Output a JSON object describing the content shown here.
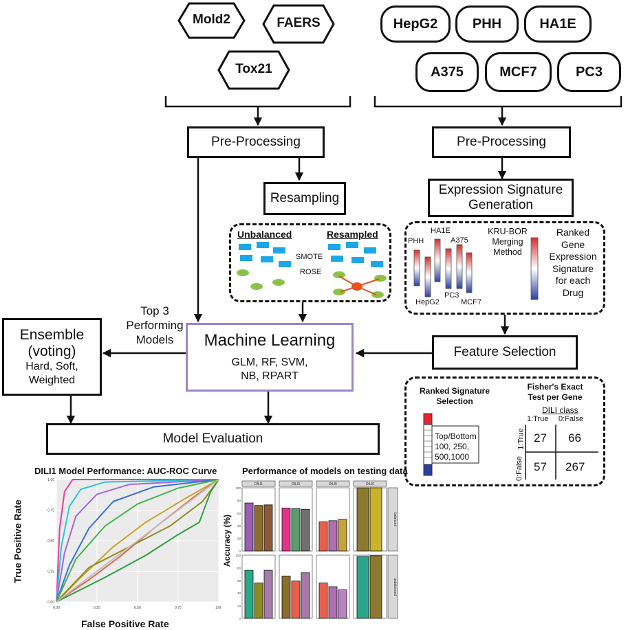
{
  "sources_left": [
    "Mold2",
    "FAERS",
    "Tox21"
  ],
  "sources_right": [
    "HepG2",
    "PHH",
    "HA1E",
    "A375",
    "MCF7",
    "PC3"
  ],
  "left_preprocessing": "Pre-Processing",
  "right_preprocessing": "Pre-Processing",
  "resampling": {
    "title": "Resampling",
    "unbalanced": "Unbalanced",
    "resampled": "Resampled",
    "method_top": "SMOTE",
    "method_bottom": "ROSE"
  },
  "expression": {
    "title_line1": "Expression Signature",
    "title_line2": "Generation",
    "cells": [
      "PHH",
      "HA1E",
      "A375",
      "HepG2",
      "PC3",
      "MCF7"
    ],
    "merge_lines": [
      "KRU-BOR",
      "Merging",
      "Method"
    ],
    "result_lines": [
      "Ranked",
      "Gene",
      "Expression",
      "Signature",
      "for each",
      "Drug"
    ]
  },
  "ml": {
    "title": "Machine Learning",
    "models_line1": "GLM, RF, SVM,",
    "models_line2": "NB, RPART"
  },
  "top3_lines": [
    "Top 3",
    "Performing",
    "Models"
  ],
  "ensemble": {
    "lines": [
      "Ensemble",
      "(voting)"
    ],
    "sub_lines": [
      "Hard, Soft,",
      "Weighted"
    ]
  },
  "feature_selection": "Feature Selection",
  "fisher": {
    "ranked_title": [
      "Ranked Signature",
      "Selection"
    ],
    "fisher_title": [
      "Fisher's Exact",
      "Test per Gene"
    ],
    "topbottom": [
      "Top/Bottom",
      "100, 250,",
      "500,1000"
    ],
    "dili_class": "DILI class",
    "col_labels": [
      "1:True",
      "0:False"
    ],
    "row_labels": [
      "1:True",
      "0:False"
    ],
    "cells": [
      "27",
      "66",
      "57",
      "267"
    ]
  },
  "model_evaluation": "Model Evaluation",
  "chart_data": [
    {
      "type": "line",
      "title": "DILI1 Model Performance: AUC-ROC Curve",
      "xlabel": "False Positive Rate",
      "ylabel": "True Positive Rate",
      "xlim": [
        0,
        1
      ],
      "ylim": [
        0,
        1
      ],
      "x_ticks": [
        "0.00",
        "0.25",
        "0.50",
        "0.75",
        "1.00"
      ],
      "y_ticks": [
        "0.00",
        "0.25",
        "0.50",
        "0.75",
        "1.00"
      ],
      "grid": true,
      "series": [
        {
          "color": "#e83ca0",
          "points": [
            [
              0,
              0
            ],
            [
              0.02,
              0.6
            ],
            [
              0.05,
              0.9
            ],
            [
              0.1,
              1
            ],
            [
              1,
              1
            ]
          ]
        },
        {
          "color": "#2bc4d8",
          "points": [
            [
              0,
              0
            ],
            [
              0.03,
              0.45
            ],
            [
              0.08,
              0.78
            ],
            [
              0.15,
              0.92
            ],
            [
              0.3,
              0.98
            ],
            [
              1,
              1
            ]
          ]
        },
        {
          "color": "#9c6ad6",
          "points": [
            [
              0,
              0
            ],
            [
              0.05,
              0.4
            ],
            [
              0.12,
              0.7
            ],
            [
              0.25,
              0.88
            ],
            [
              0.45,
              0.96
            ],
            [
              1,
              1
            ]
          ]
        },
        {
          "color": "#3a6fd6",
          "points": [
            [
              0,
              0
            ],
            [
              0.08,
              0.3
            ],
            [
              0.2,
              0.6
            ],
            [
              0.35,
              0.82
            ],
            [
              0.6,
              0.94
            ],
            [
              1,
              1
            ]
          ]
        },
        {
          "color": "#43b54a",
          "points": [
            [
              0,
              0
            ],
            [
              0.12,
              0.35
            ],
            [
              0.3,
              0.62
            ],
            [
              0.5,
              0.8
            ],
            [
              0.75,
              0.93
            ],
            [
              1,
              1
            ]
          ]
        },
        {
          "color": "#c9a227",
          "points": [
            [
              0,
              0
            ],
            [
              0.15,
              0.2
            ],
            [
              0.35,
              0.45
            ],
            [
              0.55,
              0.65
            ],
            [
              0.8,
              0.85
            ],
            [
              1,
              1
            ]
          ]
        },
        {
          "color": "#e8604c",
          "points": [
            [
              0,
              0
            ],
            [
              0.2,
              0.18
            ],
            [
              0.4,
              0.38
            ],
            [
              0.6,
              0.6
            ],
            [
              0.85,
              0.86
            ],
            [
              1,
              1
            ]
          ]
        },
        {
          "color": "#8c8c1e",
          "points": [
            [
              0,
              0
            ],
            [
              0.2,
              0.28
            ],
            [
              0.45,
              0.45
            ],
            [
              0.7,
              0.62
            ],
            [
              0.9,
              0.82
            ],
            [
              1,
              1
            ]
          ]
        },
        {
          "color": "#2e9e3c",
          "points": [
            [
              0,
              0
            ],
            [
              0.3,
              0.2
            ],
            [
              0.55,
              0.38
            ],
            [
              0.75,
              0.55
            ],
            [
              0.88,
              0.65
            ],
            [
              0.95,
              0.9
            ],
            [
              1,
              1
            ]
          ]
        },
        {
          "color": "#bfbfbf",
          "points": [
            [
              0,
              0
            ],
            [
              1,
              1
            ]
          ]
        }
      ]
    },
    {
      "type": "bar",
      "title": "Performance of models on testing data",
      "ylabel": "Accuracy (%)",
      "ylim": [
        0,
        100
      ],
      "y_ticks": [
        "0",
        "20",
        "40",
        "60",
        "80",
        "100"
      ],
      "facet_columns": [
        "DILI1",
        "DILI3",
        "DILI5",
        "DILI6"
      ],
      "facet_rows": [
        "balanced",
        "unbalanced"
      ],
      "panels": [
        {
          "row": 0,
          "col": 0,
          "values": [
            76,
            72,
            73
          ],
          "colors": [
            "#9c5fb5",
            "#8c6d2a",
            "#8a5a3a"
          ]
        },
        {
          "row": 0,
          "col": 1,
          "values": [
            68,
            67,
            66
          ],
          "colors": [
            "#e0358f",
            "#5e9b6e",
            "#707070"
          ]
        },
        {
          "row": 0,
          "col": 2,
          "values": [
            46,
            48,
            50
          ],
          "colors": [
            "#e8604c",
            "#b06fb0",
            "#c8a23a"
          ]
        },
        {
          "row": 0,
          "col": 3,
          "values": [
            100,
            100
          ],
          "colors": [
            "#8c7a30",
            "#c9b22e"
          ]
        },
        {
          "row": 1,
          "col": 0,
          "values": [
            76,
            56,
            76
          ],
          "colors": [
            "#2aa889",
            "#8c8c1e",
            "#a67aa8"
          ]
        },
        {
          "row": 1,
          "col": 1,
          "values": [
            67,
            59,
            72
          ],
          "colors": [
            "#8c6d2a",
            "#e8604c",
            "#a67aa8"
          ]
        },
        {
          "row": 1,
          "col": 2,
          "values": [
            56,
            50,
            45
          ],
          "colors": [
            "#e8604c",
            "#b06fb0",
            "#b884c4"
          ]
        },
        {
          "row": 1,
          "col": 3,
          "values": [
            98,
            99
          ],
          "colors": [
            "#2aa889",
            "#8c7a30"
          ]
        }
      ]
    }
  ]
}
